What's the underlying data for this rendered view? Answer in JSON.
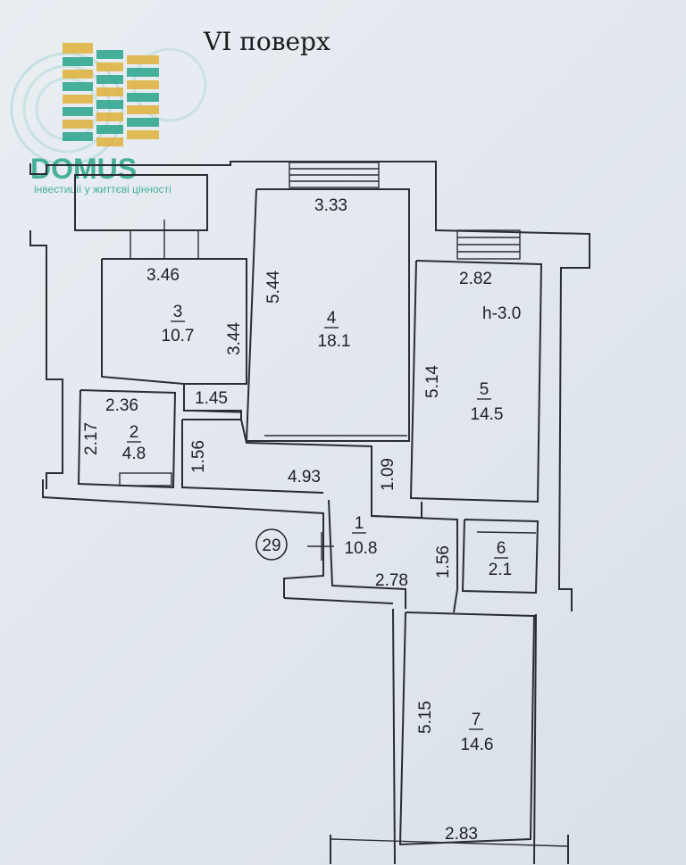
{
  "title": "VI поверх",
  "logo": {
    "name": "DOMUS",
    "tagline": "інвестиції у життєві цінності",
    "colors": {
      "green": "#2aa58a",
      "gold": "#e0b23a"
    }
  },
  "apartment_marker": "29",
  "ceiling_height": "h-3.0",
  "rooms": [
    {
      "number": "1",
      "area": "10.8"
    },
    {
      "number": "2",
      "area": "4.8"
    },
    {
      "number": "3",
      "area": "10.7"
    },
    {
      "number": "4",
      "area": "18.1"
    },
    {
      "number": "5",
      "area": "14.5"
    },
    {
      "number": "6",
      "area": "2.1"
    },
    {
      "number": "7",
      "area": "14.6"
    }
  ],
  "dimensions": {
    "room2_width": "2.36",
    "room2_height": "2.17",
    "room3_width": "3.46",
    "room3_height": "3.44",
    "room3_passage": "1.45",
    "room4_width": "3.33",
    "room4_height": "5.44",
    "room5_width": "2.82",
    "room5_height": "5.14",
    "hall_width": "4.93",
    "hall_depth_left": "1.56",
    "hall_depth_right": "1.09",
    "corridor_width": "2.78",
    "corridor_depth": "1.56",
    "room7_height": "5.15",
    "room7_width": "2.83"
  }
}
